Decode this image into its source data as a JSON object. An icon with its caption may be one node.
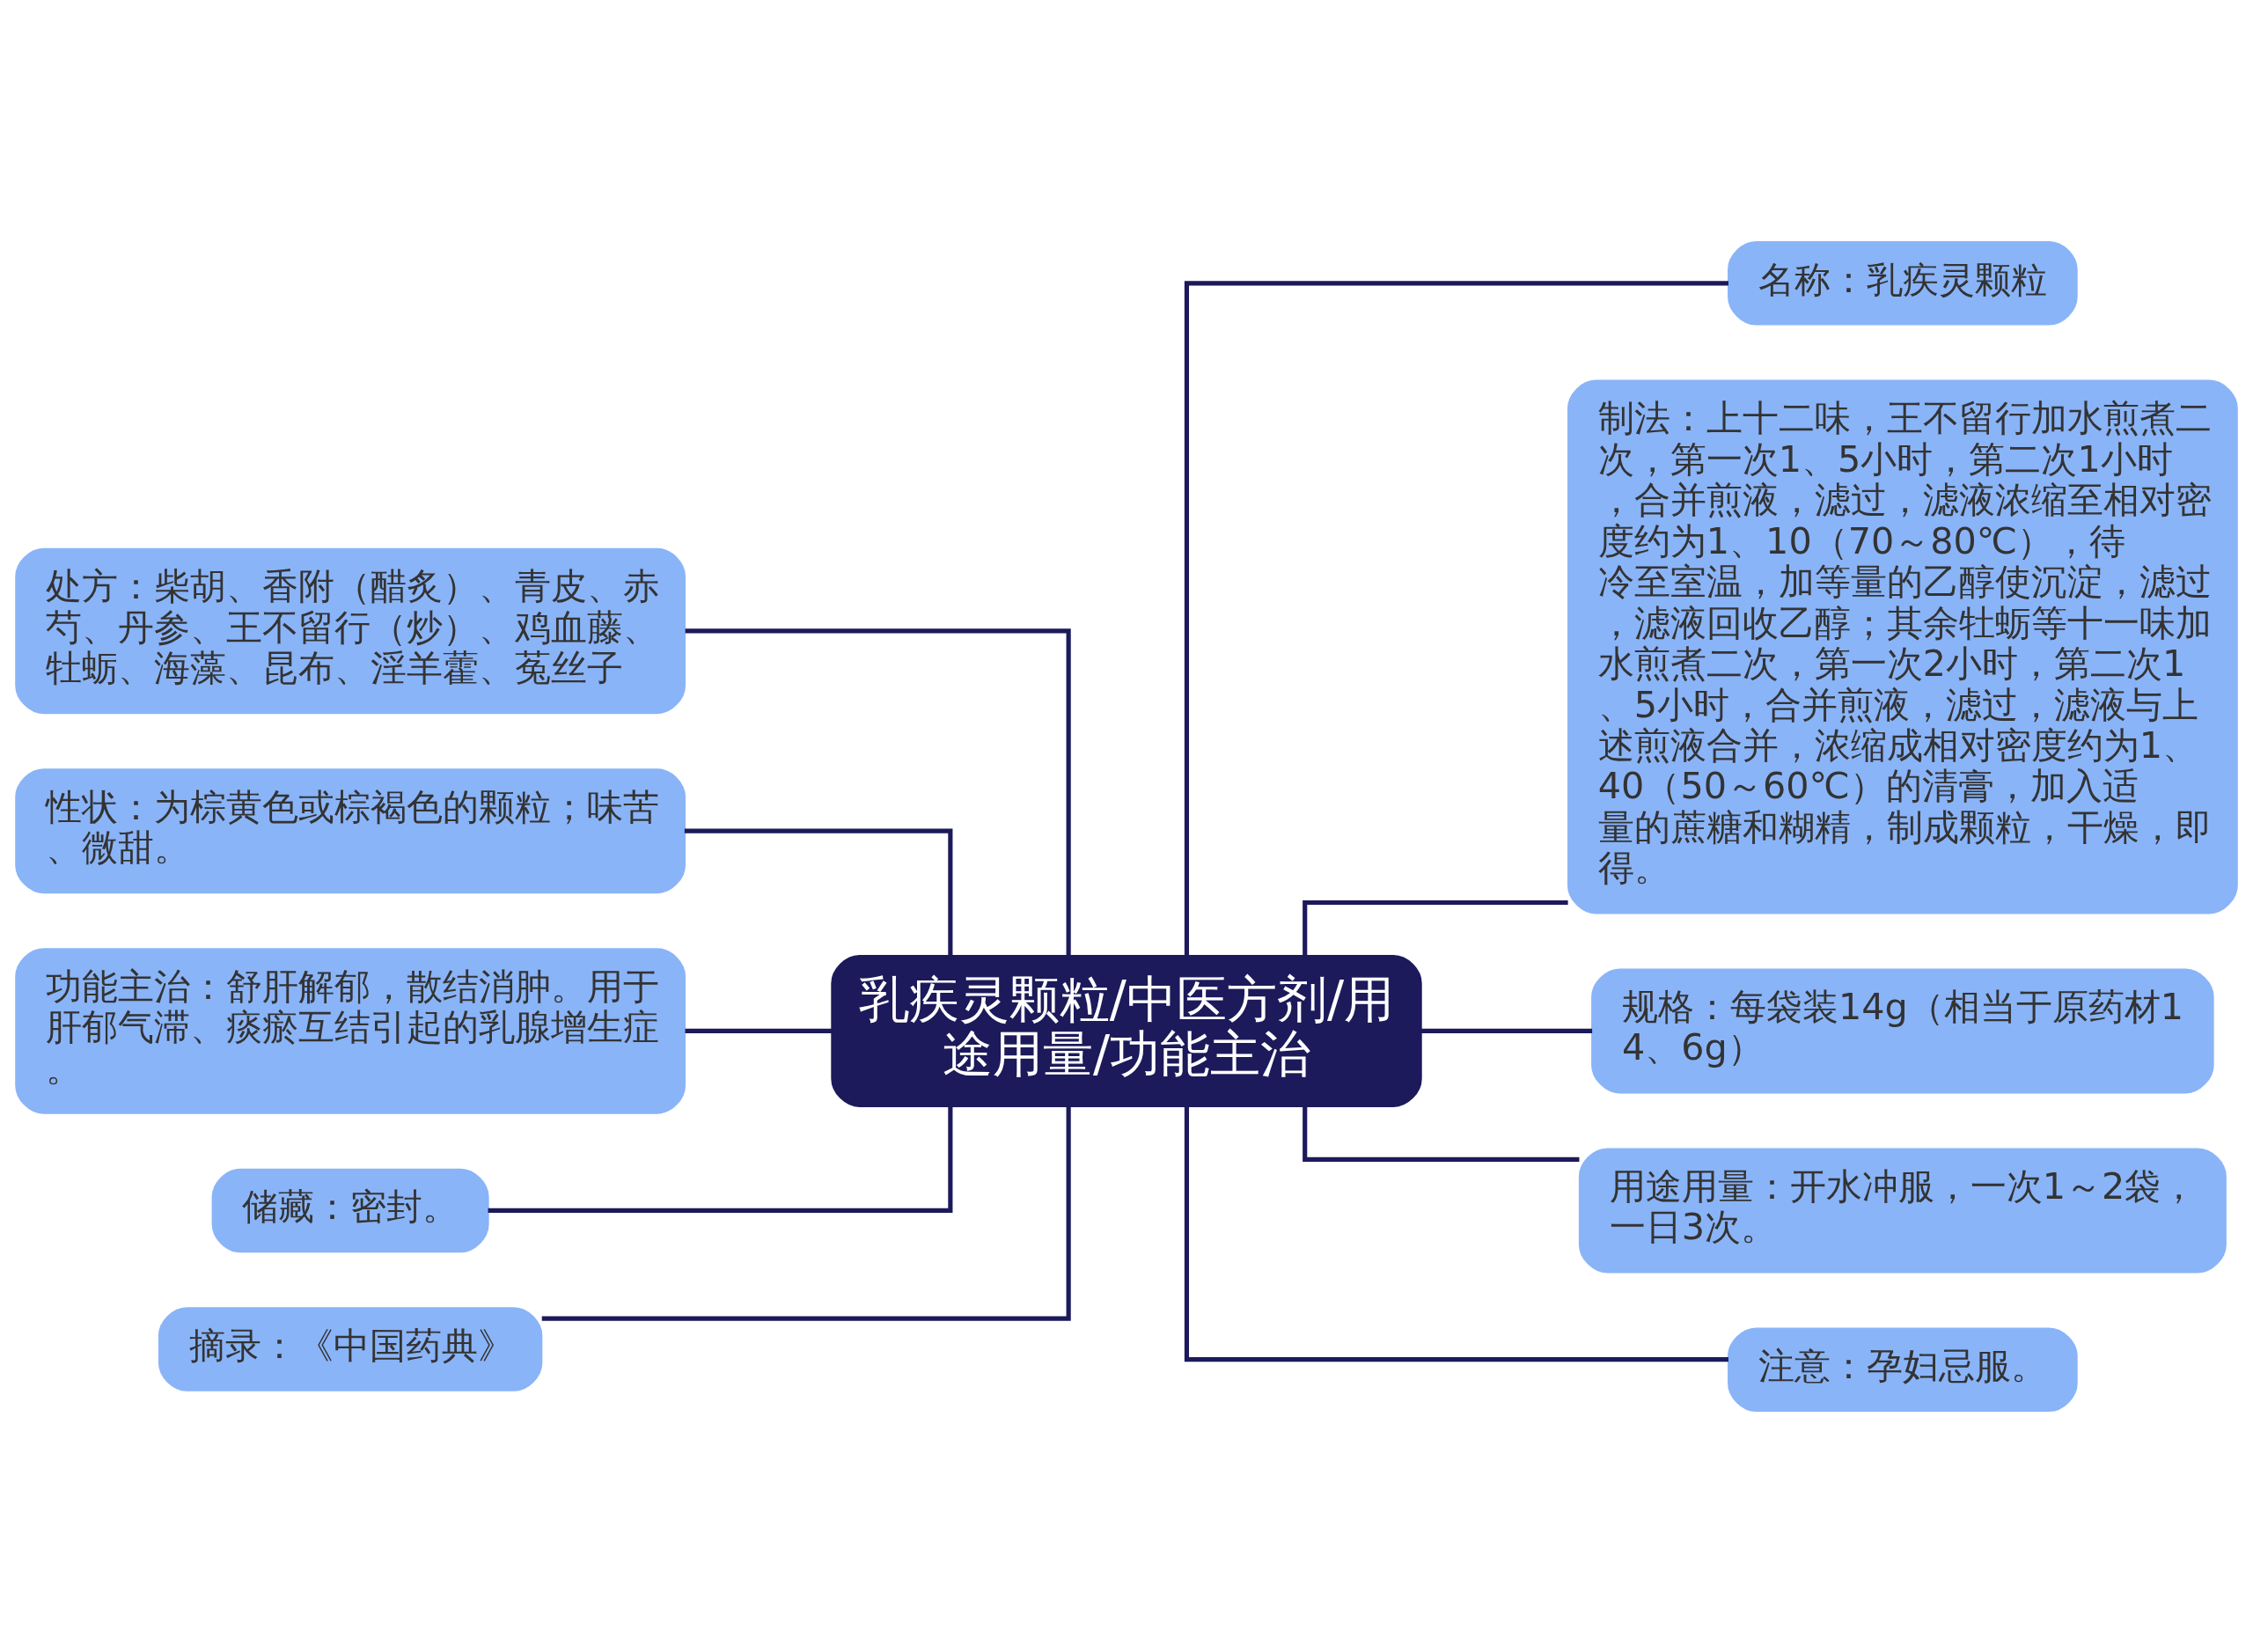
{
  "diagram": {
    "nodes": [
      {
        "text": [
          "乳疾灵颗粒/中医方剂/用途用量/功能主治"
        ]
      },
      {
        "text": [
          "处方：柴胡、香附（醋炙）、青皮、赤芍、丹参、王不留行（炒）、鸡血藤、牡蛎、海藻、昆布、淫羊藿、菟丝子"
        ]
      },
      {
        "text": [
          "性状：为棕黄色或棕褐色的颗粒；味苦、微甜。"
        ]
      },
      {
        "text": [
          "功能主治：舒肝解郁，散结消肿。用于肝郁气滞、痰瘀互结引起的乳腺增生症。"
        ]
      },
      {
        "text": [
          "储藏：密封。"
        ]
      },
      {
        "text": [
          "摘录：《中国药典》"
        ]
      },
      {
        "text": [
          "名称：乳疾灵颗粒"
        ]
      },
      {
        "text": [
          "制法：上十二味，王不留行加水煎煮二次，第一次1、5小时，第二次1小时，合并煎液，滤过，滤液浓缩至相对密度约为1、10（70～80℃），待冷至室温，加等量的乙醇使沉淀，滤过，滤液回收乙醇；其余牡蛎等十一味加水煎煮二次，第一次2小时，第二次1、5小时，合并煎液，滤过，滤液与上述煎液合并，浓缩成相对密度约为1、40（50～60℃）的清膏，加入适量的蔗糖和糊精，制成颗粒，干燥，即得。"
        ]
      },
      {
        "text": [
          "规格：每袋装14g（相当于原药材14、6g）"
        ]
      },
      {
        "text": [
          "用途用量：开水冲服，一次1～2袋，一日3次。"
        ]
      },
      {
        "text": [
          "注意：孕妇忌服。"
        ]
      }
    ],
    "edges": [
      {
        "from": 0,
        "to": 1,
        "arrow": "none"
      },
      {
        "from": 0,
        "to": 2,
        "arrow": "none"
      },
      {
        "from": 0,
        "to": 3,
        "arrow": "none"
      },
      {
        "from": 0,
        "to": 4,
        "arrow": "none"
      },
      {
        "from": 0,
        "to": 5,
        "arrow": "none"
      },
      {
        "from": 0,
        "to": 6,
        "arrow": "none"
      },
      {
        "from": 0,
        "to": 7,
        "arrow": "none"
      },
      {
        "from": 0,
        "to": 8,
        "arrow": "none"
      },
      {
        "from": 0,
        "to": 9,
        "arrow": "none"
      },
      {
        "from": 0,
        "to": 10,
        "arrow": "none"
      }
    ]
  }
}
